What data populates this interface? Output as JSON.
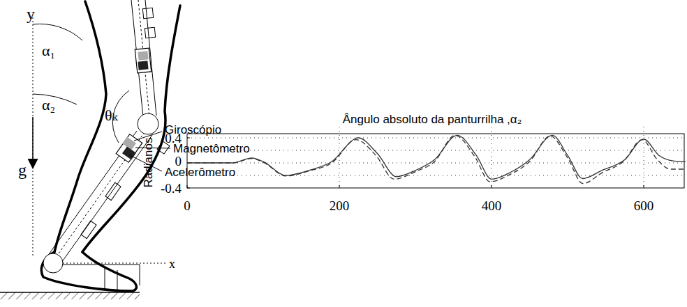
{
  "diagram": {
    "labels": [
      "y",
      "α₁",
      "θₖ",
      "α₂",
      "g",
      "x",
      "Giroscópio",
      "Magnetômetro",
      "Acelerômetro",
      "Ângulo absoluto da panturrilha ,α₂",
      "Radianos",
      "0.4",
      "0",
      "-0.4",
      "0",
      "200",
      "400",
      "600"
    ]
  }
}
